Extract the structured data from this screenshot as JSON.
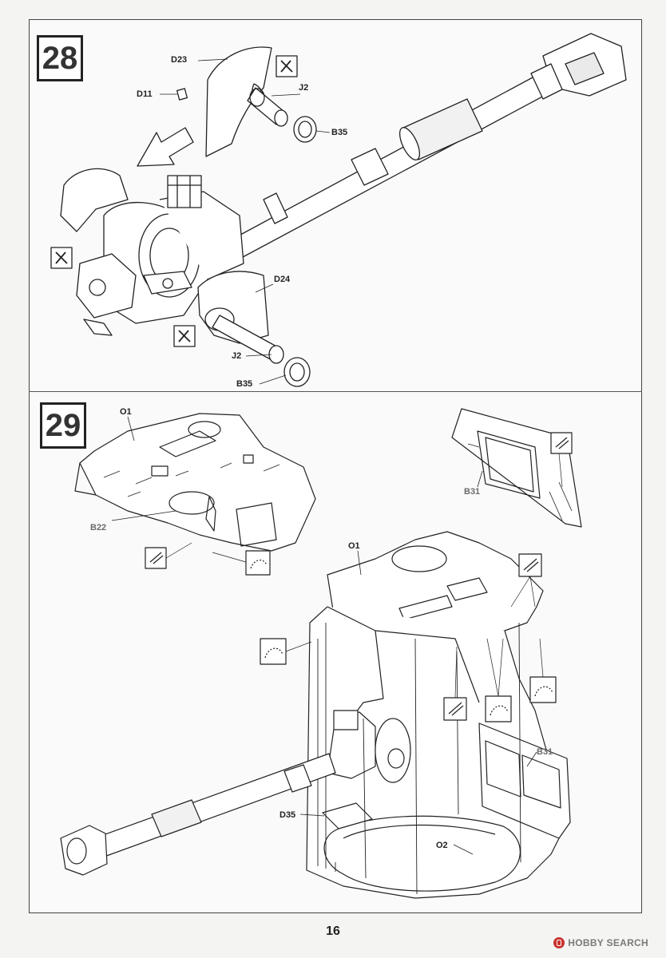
{
  "page": {
    "number": "16"
  },
  "steps": [
    {
      "number": "28",
      "labels": {
        "d23": "D23",
        "d11": "D11",
        "j2_top": "J2",
        "b35_top": "B35",
        "d24": "D24",
        "j2_bottom": "J2",
        "b35_bottom": "B35"
      },
      "icons": [
        "no-glue-icon",
        "no-glue-icon",
        "no-glue-icon",
        "direction-arrow-icon"
      ]
    },
    {
      "number": "29",
      "labels": {
        "o1_left": "O1",
        "b22": "B22",
        "b31_top": "B31",
        "o1_main": "O1",
        "b31_right": "B31",
        "d35": "D35",
        "o2": "O2"
      },
      "icons": [
        "photo-etch-icon",
        "bend-icon",
        "photo-etch-icon",
        "bend-icon",
        "photo-etch-icon",
        "bend-icon",
        "bend-icon",
        "photo-etch-icon"
      ]
    }
  ],
  "watermark": {
    "text": "HOBBY SEARCH"
  },
  "colors": {
    "line": "#222222",
    "paper": "#fafafa",
    "frame": "#444444",
    "logo": "#c8322d"
  }
}
